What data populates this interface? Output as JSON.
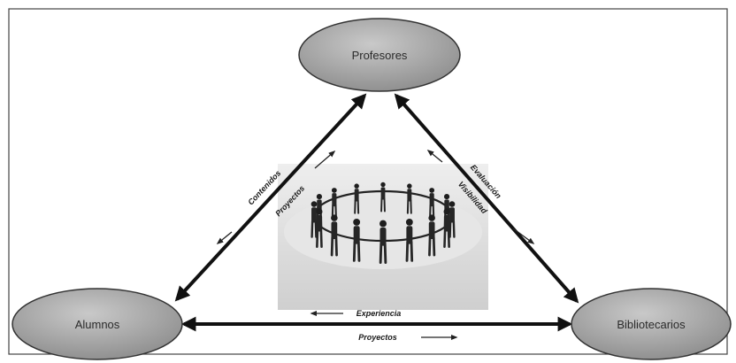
{
  "diagram": {
    "nodes": {
      "profesores": "Profesores",
      "alumnos": "Alumnos",
      "bibliotecarios": "Bibliotecarios"
    },
    "edges": {
      "alumnos_profesores": [
        "Contenidos",
        "Proyectos"
      ],
      "profesores_bibliotecarios": [
        "Evaluación",
        "Visibilidad"
      ],
      "alumnos_bibliotecarios": [
        "Experiencia",
        "Proyectos"
      ]
    },
    "center_image": "people-holding-hands-circle",
    "colors": {
      "node_fill": "#9a9a9a",
      "node_stroke": "#333333",
      "arrow": "#111111",
      "platform": "#d9d9d9"
    }
  }
}
